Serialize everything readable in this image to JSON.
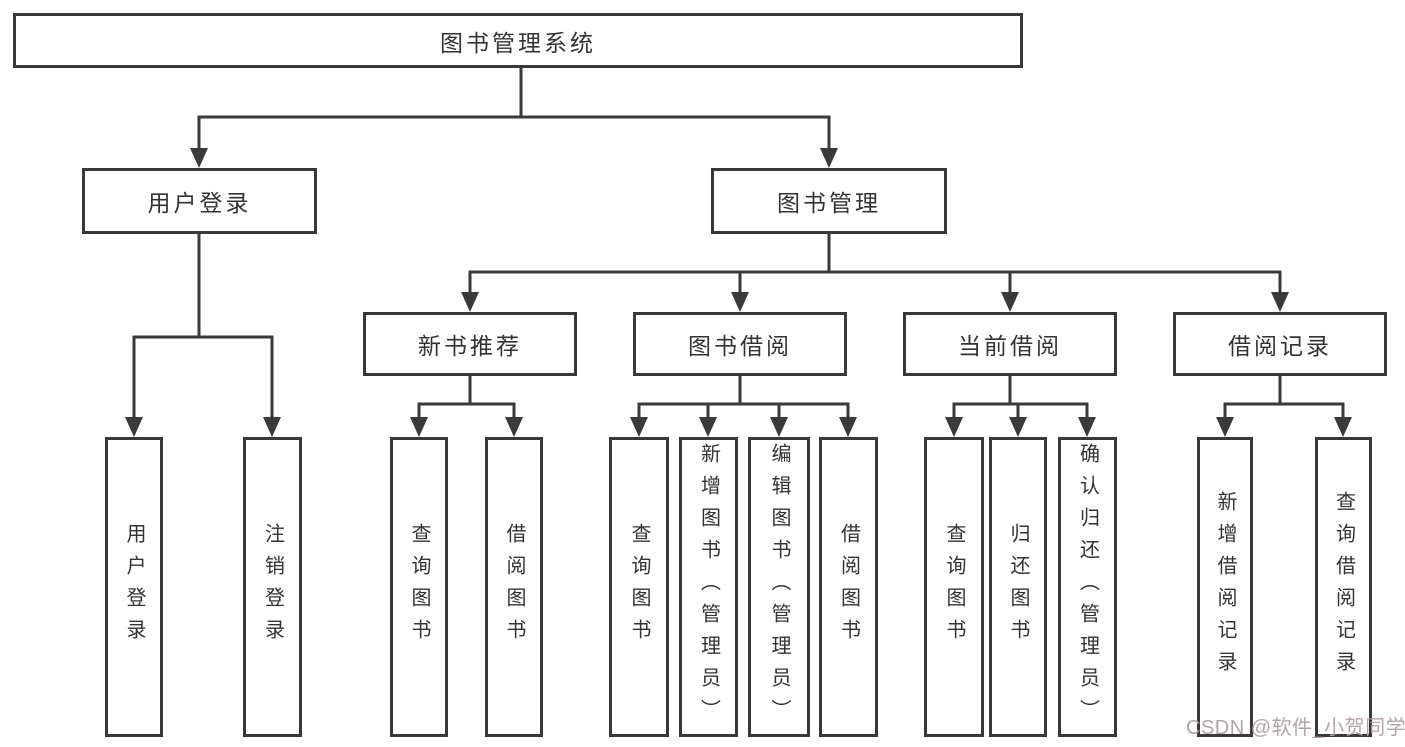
{
  "diagram": {
    "title": "图书管理系统",
    "watermark": "CSDN @软件_小贺同学",
    "colors": {
      "line": "#3a3a3a",
      "box_border": "#383838",
      "text": "#333333",
      "background": "#ffffff",
      "watermark": "#afa0a0"
    },
    "nodes": {
      "root": {
        "label": "图书管理系统"
      },
      "user_login": {
        "label": "用户登录"
      },
      "book_mgmt": {
        "label": "图书管理"
      },
      "new_book_rec": {
        "label": "新书推荐"
      },
      "book_borrow": {
        "label": "图书借阅"
      },
      "current_borrow": {
        "label": "当前借阅"
      },
      "borrow_records": {
        "label": "借阅记录"
      },
      "leaf_user_login": {
        "label": "用户登录"
      },
      "leaf_logout": {
        "label": "注销登录"
      },
      "leaf_query_books_rec": {
        "label": "查询图书"
      },
      "leaf_borrow_books_rec": {
        "label": "借阅图书"
      },
      "leaf_query_books_bor": {
        "label": "查询图书"
      },
      "leaf_add_books": {
        "label": "新增图书（管理员）"
      },
      "leaf_edit_books": {
        "label": "编辑图书（管理员）"
      },
      "leaf_borrow_books_bor": {
        "label": "借阅图书"
      },
      "leaf_query_books_cur": {
        "label": "查询图书"
      },
      "leaf_return_books": {
        "label": "归还图书"
      },
      "leaf_confirm_return": {
        "label": "确认归还（管理员）"
      },
      "leaf_add_borrow_rec": {
        "label": "新增借阅记录"
      },
      "leaf_query_borrow_rec": {
        "label": "查询借阅记录"
      }
    },
    "edges": [
      {
        "from": "图书管理系统",
        "to": [
          "用户登录",
          "图书管理"
        ]
      },
      {
        "from": "用户登录",
        "to": [
          "用户登录",
          "注销登录"
        ]
      },
      {
        "from": "图书管理",
        "to": [
          "新书推荐",
          "图书借阅",
          "当前借阅",
          "借阅记录"
        ]
      },
      {
        "from": "新书推荐",
        "to": [
          "查询图书",
          "借阅图书"
        ]
      },
      {
        "from": "图书借阅",
        "to": [
          "查询图书",
          "新增图书（管理员）",
          "编辑图书（管理员）",
          "借阅图书"
        ]
      },
      {
        "from": "当前借阅",
        "to": [
          "查询图书",
          "归还图书",
          "确认归还（管理员）"
        ]
      },
      {
        "from": "借阅记录",
        "to": [
          "新增借阅记录",
          "查询借阅记录"
        ]
      }
    ]
  }
}
